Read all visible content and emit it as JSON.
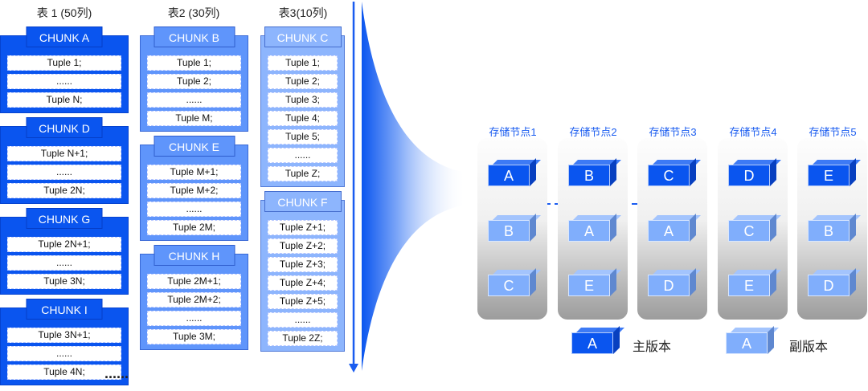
{
  "tables": [
    {
      "title": "表 1 (50列)",
      "chunks": [
        {
          "name": "CHUNK A",
          "tuples": [
            "Tuple 1;",
            "......",
            "Tuple N;"
          ]
        },
        {
          "name": "CHUNK D",
          "tuples": [
            "Tuple N+1;",
            "......",
            "Tuple 2N;"
          ]
        },
        {
          "name": "CHUNK G",
          "tuples": [
            "Tuple 2N+1;",
            "......",
            "Tuple 3N;"
          ]
        },
        {
          "name": "CHUNK I",
          "tuples": [
            "Tuple 3N+1;",
            "......",
            "Tuple 4N;"
          ]
        }
      ]
    },
    {
      "title": "表2 (30列)",
      "chunks": [
        {
          "name": "CHUNK B",
          "tuples": [
            "Tuple 1;",
            "Tuple 2;",
            "......",
            "Tuple M;"
          ]
        },
        {
          "name": "CHUNK E",
          "tuples": [
            "Tuple M+1;",
            "Tuple M+2;",
            "......",
            "Tuple 2M;"
          ]
        },
        {
          "name": "CHUNK H",
          "tuples": [
            "Tuple 2M+1;",
            "Tuple 2M+2;",
            "......",
            "Tuple 3M;"
          ]
        }
      ]
    },
    {
      "title": "表3(10列)",
      "chunks": [
        {
          "name": "CHUNK C",
          "tuples": [
            "Tuple 1;",
            "Tuple 2;",
            "Tuple 3;",
            "Tuple 4;",
            "Tuple 5;",
            "......",
            "Tuple Z;"
          ]
        },
        {
          "name": "CHUNK F",
          "tuples": [
            "Tuple Z+1;",
            "Tuple Z+2;",
            "Tuple Z+3;",
            "Tuple Z+4;",
            "Tuple Z+5;",
            "......",
            "Tuple 2Z;"
          ]
        }
      ]
    }
  ],
  "more": "......",
  "nodes": [
    {
      "label": "存储节点1",
      "primary": "A",
      "replicas": [
        "B",
        "C"
      ]
    },
    {
      "label": "存储节点2",
      "primary": "B",
      "replicas": [
        "A",
        "E"
      ]
    },
    {
      "label": "存储节点3",
      "primary": "C",
      "replicas": [
        "A",
        "D"
      ]
    },
    {
      "label": "存储节点4",
      "primary": "D",
      "replicas": [
        "C",
        "E"
      ]
    },
    {
      "label": "存储节点5",
      "primary": "E",
      "replicas": [
        "B",
        "D"
      ]
    }
  ],
  "legend": {
    "primary_cube": "A",
    "primary_label": "主版本",
    "replica_cube": "A",
    "replica_label": "副版本"
  },
  "colors": {
    "primary": "#0a55ef",
    "table2": "#5f95fb",
    "replica": "#80aefc",
    "arrow": "#1a5cf0"
  }
}
